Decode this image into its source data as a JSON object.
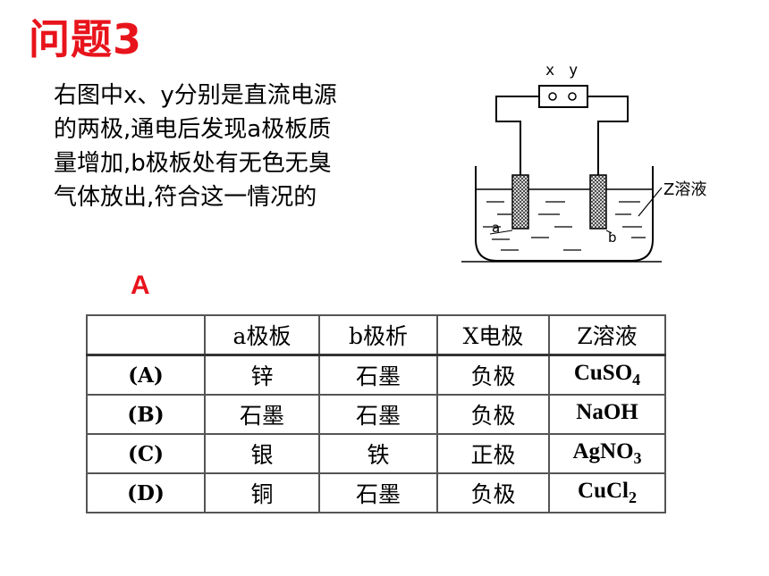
{
  "title": "问题3",
  "question_lines": [
    "右图中x、y分别是直流电源",
    "的两极,通电后发现a极板质",
    "量增加,b极板处有无色无臭",
    "气体放出,符合这一情况的"
  ],
  "answer": "A",
  "diagram": {
    "label_x": "x",
    "label_y": "y",
    "label_z": "Z溶液",
    "label_a": "a",
    "label_b": "b"
  },
  "table": {
    "headers": [
      "",
      "a极板",
      "b极析",
      "X电极",
      "Z溶液"
    ],
    "rows": [
      {
        "label": "(A)",
        "a": "锌",
        "b": "石墨",
        "x": "负极",
        "z_main": "CuSO",
        "z_sub": "4"
      },
      {
        "label": "(B)",
        "a": "石墨",
        "b": "石墨",
        "x": "负极",
        "z_main": "NaOH",
        "z_sub": ""
      },
      {
        "label": "(C)",
        "a": "银",
        "b": "铁",
        "x": "正极",
        "z_main": "AgNO",
        "z_sub": "3"
      },
      {
        "label": "(D)",
        "a": "铜",
        "b": "石墨",
        "x": "负极",
        "z_main": "CuCl",
        "z_sub": "2"
      }
    ]
  }
}
